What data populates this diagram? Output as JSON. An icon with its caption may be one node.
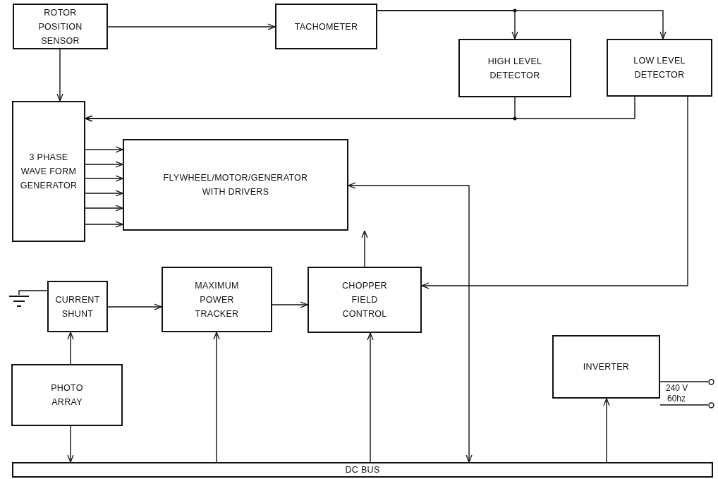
{
  "diagram": {
    "nodes": [
      {
        "text": [
          "ROTOR POSITION SENSOR"
        ]
      },
      {
        "text": [
          "TACHOMETER"
        ]
      },
      {
        "text": [
          "HIGH LEVEL DETECTOR"
        ]
      },
      {
        "text": [
          "LOW LEVEL DETECTOR"
        ]
      },
      {
        "text": [
          "3 PHASE WAVE FORM GENERATOR"
        ]
      },
      {
        "text": [
          "FLYWHEEL/MOTOR/GENERATOR WITH DRIVERS"
        ]
      },
      {
        "text": [
          "CURRENT SHUNT"
        ]
      },
      {
        "text": [
          "MAXIMUM POWER TRACKER"
        ]
      },
      {
        "text": [
          "CHOPPER FIELD CONTROL"
        ]
      },
      {
        "text": [
          "PHOTO ARRAY"
        ]
      },
      {
        "text": [
          "DC BUS"
        ]
      },
      {
        "text": [
          "INVERTER"
        ]
      },
      {
        "text": [],
        "shape": "ground"
      },
      {
        "text": [],
        "shape": "circle"
      },
      {
        "text": [],
        "shape": "circle"
      }
    ],
    "edges": [
      {
        "from": 0,
        "to": 1,
        "arrow": "to"
      },
      {
        "from": 0,
        "to": 4,
        "arrow": "to"
      },
      {
        "from": 1,
        "to": 2,
        "arrow": "to"
      },
      {
        "from": 1,
        "to": 3,
        "arrow": "to"
      },
      {
        "from": 2,
        "to": 4,
        "arrow": "to"
      },
      {
        "from": 3,
        "to": 4,
        "arrow": "to"
      },
      {
        "from": 4,
        "to": 5,
        "arrow": "to"
      },
      {
        "from": 4,
        "to": 5,
        "arrow": "to"
      },
      {
        "from": 4,
        "to": 5,
        "arrow": "to"
      },
      {
        "from": 4,
        "to": 5,
        "arrow": "to"
      },
      {
        "from": 4,
        "to": 5,
        "arrow": "to"
      },
      {
        "from": 4,
        "to": 5,
        "arrow": "to"
      },
      {
        "from": 5,
        "to": 10,
        "arrow": "both"
      },
      {
        "from": 3,
        "to": 8,
        "arrow": "to"
      },
      {
        "from": 8,
        "to": 5,
        "arrow": "to"
      },
      {
        "from": 6,
        "to": 7,
        "arrow": "to"
      },
      {
        "from": 7,
        "to": 8,
        "arrow": "to"
      },
      {
        "from": 9,
        "to": 6,
        "arrow": "to"
      },
      {
        "from": 9,
        "to": 10,
        "arrow": "to"
      },
      {
        "from": 10,
        "to": 7,
        "arrow": "to"
      },
      {
        "from": 10,
        "to": 8,
        "arrow": "to"
      },
      {
        "from": 10,
        "to": 11,
        "arrow": "to"
      },
      {
        "from": 6,
        "to": 12,
        "arrow": "none"
      },
      {
        "from": 11,
        "to": 13,
        "arrow": "none"
      },
      {
        "from": 11,
        "to": 14,
        "arrow": "none"
      }
    ],
    "labels": [
      "240 V",
      "60hz"
    ]
  }
}
